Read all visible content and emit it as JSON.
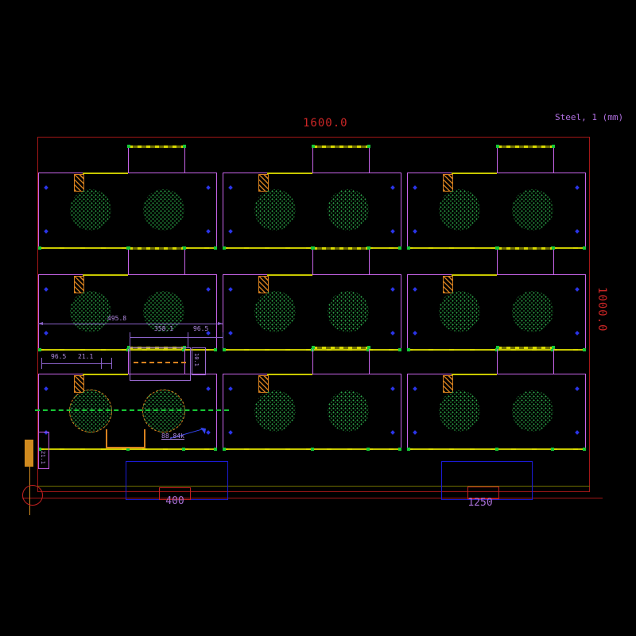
{
  "header": {
    "material_label": "Steel, 1 (mm)"
  },
  "sheet": {
    "width_label": "1600.0",
    "height_label": "1000.0"
  },
  "bottom_dims": {
    "left_offset": "400",
    "right_offset": "1250"
  },
  "annotations": {
    "dim_long": "495.8",
    "dim_mid": "358.1",
    "dim_right": "96.5",
    "dim_a": "96.5",
    "dim_b": "21.1",
    "dim_side": "21.1",
    "dim_vertical": "10.1",
    "mass_label": "88.84k"
  },
  "nesting": {
    "part_count": 9,
    "rows": 3,
    "cols": 3,
    "holes_per_part": 2
  },
  "colors": {
    "background": "#000000",
    "sheet_border": "#a31717",
    "dimension_red": "#cc2626",
    "part_outline_magenta": "#c864ea",
    "part_edge_yellow": "#c8c800",
    "hole_dots_green": "#2fae4f",
    "snap_tick_green": "#17c837",
    "corner_marker_blue": "#2a35e8",
    "hatch_orange": "#d9821f",
    "dim_purple": "#8a62c8",
    "label_purple": "#a86fd6",
    "clamp_blue": "#1b1bd4"
  }
}
